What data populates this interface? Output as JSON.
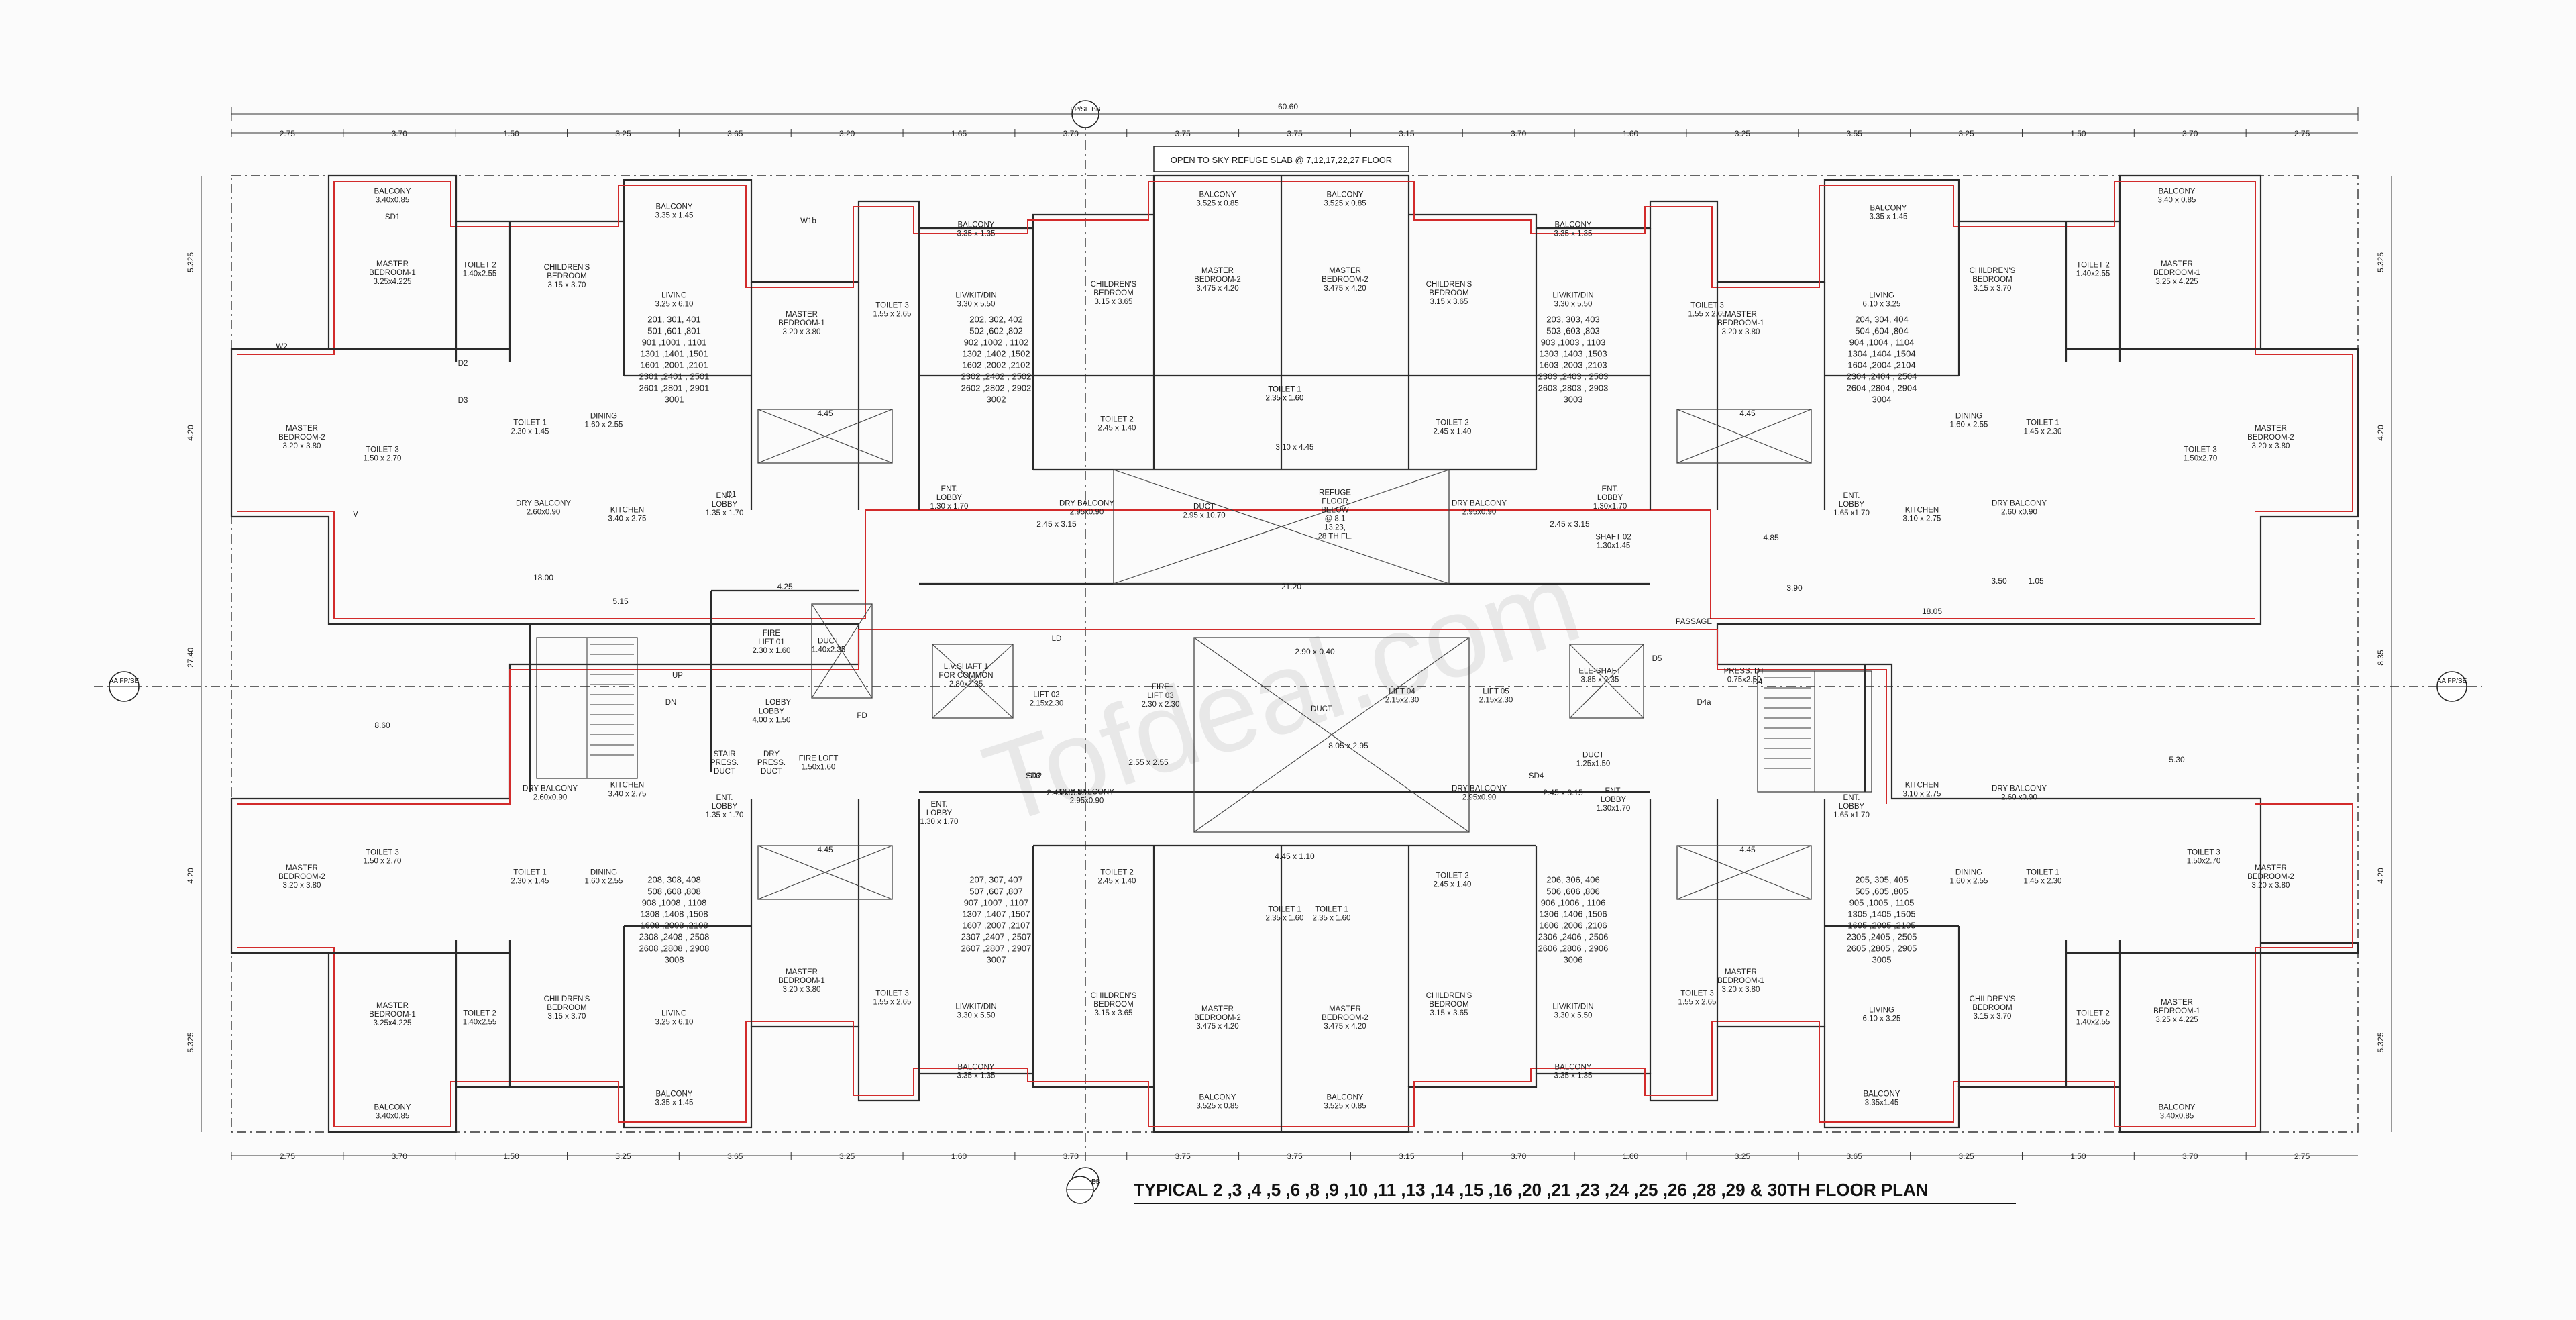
{
  "title": "TYPICAL 2 ,3 ,4 ,5 ,6 ,8 ,9 ,10 ,11 ,13 ,14 ,15 ,16 ,20 ,21 ,23 ,24 ,25 ,26 ,28 ,29 & 30TH FLOOR PLAN",
  "refuge_note": "OPEN TO SKY REFUGE SLAB @ 7,12,17,22,27 FLOOR",
  "watermark": "Tofdeal.com",
  "section_tags": {
    "top": "FP/SE BB",
    "bottom": "FP/SE BB",
    "left": "AA FP/SE",
    "right": "AA FP/SE"
  },
  "overall_dimension": "60.60",
  "top_dims": [
    "2.75",
    "3.70",
    "1.50",
    "3.25",
    "3.65",
    "3.20",
    "1.65",
    "3.70",
    "3.75",
    "3.75",
    "3.15",
    "3.70",
    "1.60",
    "3.25",
    "3.55",
    "3.25",
    "1.50",
    "3.70",
    "2.75"
  ],
  "bottom_dims": [
    "2.75",
    "3.70",
    "1.50",
    "3.25",
    "3.65",
    "3.25",
    "1.60",
    "3.70",
    "3.75",
    "3.75",
    "3.15",
    "3.70",
    "1.60",
    "3.25",
    "3.65",
    "3.25",
    "1.50",
    "3.70",
    "2.75"
  ],
  "left_dims": [
    "5.325",
    "4.20",
    "27.40",
    "4.20",
    "5.325"
  ],
  "right_dims": [
    "5.325",
    "4.20",
    "8.35",
    "4.20",
    "5.325"
  ],
  "misc_dims": [
    "18.00",
    "5.15",
    "4.25",
    "8.60",
    "21.20",
    "18.05",
    "5.30",
    "3.50",
    "1.05",
    "4.85",
    "3.90",
    "4.45",
    "4.45",
    "4.45",
    "4.45",
    "2.45 x 3.15",
    "2.45 x 3.15",
    "2.45 x 3.15",
    "2.45 x 3.15",
    "4.45 x 1.10",
    "8.05 x 2.95",
    "2.55 x 2.55",
    "2.90 x 0.40"
  ],
  "unit_blocks": [
    "201, 301, 401\n501 ,601 ,801\n901 ,1001 , 1101\n1301 ,1401 ,1501\n1601 ,2001 ,2101\n2301 ,2401 , 2501\n2601 ,2801 , 2901\n3001",
    "202, 302, 402\n502 ,602 ,802\n902 ,1002 , 1102\n1302 ,1402 ,1502\n1602 ,2002 ,2102\n2302 ,2402 , 2502\n2602 ,2802 , 2902\n3002",
    "203, 303, 403\n503 ,603 ,803\n903 ,1003 , 1103\n1303 ,1403 ,1503\n1603 ,2003 ,2103\n2303 ,2403 , 2503\n2603 ,2803 , 2903\n3003",
    "204, 304, 404\n504 ,604 ,804\n904 ,1004 , 1104\n1304 ,1404 ,1504\n1604 ,2004 ,2104\n2304 ,2404 , 2504\n2604 ,2804 , 2904\n3004",
    "208, 308, 408\n508 ,608 ,808\n908 ,1008 , 1108\n1308 ,1408 ,1508\n1608 ,2008 ,2108\n2308 ,2408 , 2508\n2608 ,2808 , 2908\n3008",
    "207, 307, 407\n507 ,607 ,807\n907 ,1007 , 1107\n1307 ,1407 ,1507\n1607 ,2007 ,2107\n2307 ,2407 , 2507\n2607 ,2807 , 2907\n3007",
    "206, 306, 406\n506 ,606 ,806\n906 ,1006 , 1106\n1306 ,1406 ,1506\n1606 ,2006 ,2106\n2306 ,2406 , 2506\n2606 ,2806 , 2906\n3006",
    "205, 305, 405\n505 ,605 ,805\n905 ,1005 , 1105\n1305 ,1405 ,1505\n1605 ,2005 ,2105\n2305 ,2405 , 2505\n2605 ,2805 , 2905\n3005"
  ],
  "rooms": [
    "BALCONY\n3.40x0.85",
    "MASTER\nBEDROOM-1\n3.25x4.225",
    "TOILET 2\n1.40x2.55",
    "CHILDREN'S\nBEDROOM\n3.15 x 3.70",
    "BALCONY\n3.35 x 1.45",
    "LIVING\n3.25 x 6.10",
    "MASTER\nBEDROOM-1\n3.20 x 3.80",
    "TOILET 3\n1.55 x 2.65",
    "MASTER\nBEDROOM-2\n3.20 x 3.80",
    "TOILET 3\n1.50 x 2.70",
    "TOILET 1\n2.30 x 1.45",
    "DINING\n1.60 x 2.55",
    "KITCHEN\n3.40 x 2.75",
    "ENT.\nLOBBY\n1.35 x 1.70",
    "DRY BALCONY\n2.60x0.90",
    "BALCONY\n3.35 x 1.35",
    "LIV/KIT/DIN\n3.30 x 5.50",
    "CHILDREN'S\nBEDROOM\n3.15 x 3.65",
    "BALCONY\n3.525 x 0.85",
    "MASTER\nBEDROOM-2\n3.475 x 4.20",
    "TOILET 1\n2.35 x 1.60",
    "TOILET 2\n2.45 x 1.40",
    "ENT.\nLOBBY\n1.30 x 1.70",
    "DRY BALCONY\n2.95x0.90",
    "DUCT\n2.95 x 10.70",
    "REFUGE\nFLOOR\nBELOW\n@ 8.1\n13.23,\n28 TH FL.",
    "3.10 x 4.45",
    "BALCONY\n3.525 x 0.85",
    "MASTER\nBEDROOM-2\n3.475 x 4.20",
    "TOILET 1\n2.35 x 1.60",
    "CHILDREN'S\nBEDROOM\n3.15 x 3.65",
    "BALCONY\n3.35 x 1.35",
    "LIV/KIT/DIN\n3.30 x 5.50",
    "TOILET 3\n1.55 x 2.65",
    "TOILET 2\n2.45 x 1.40",
    "DRY BALCONY\n2.95x0.90",
    "ENT.\nLOBBY\n1.30x1.70",
    "SHAFT 02\n1.30x1.45",
    "BALCONY\n3.35 x 1.45",
    "LIVING\n6.10 x 3.25",
    "CHILDREN'S\nBEDROOM\n3.15 x 3.70",
    "TOILET 2\n1.40x2.55",
    "BALCONY\n3.40 x 0.85",
    "MASTER\nBEDROOM-1\n3.25 x 4.225",
    "MASTER\nBEDROOM-1\n3.20 x 3.80",
    "MASTER\nBEDROOM-2\n3.20 x 3.80",
    "TOILET 3\n1.50x2.70",
    "TOILET 1\n1.45 x 2.30",
    "DINING\n1.60 x 2.55",
    "KITCHEN\n3.10 x 2.75",
    "ENT.\nLOBBY\n1.65 x1.70",
    "DRY BALCONY\n2.60 x0.90",
    "FIRE\nLIFT 01\n2.30 x 1.60",
    "DUCT\n1.40x2.35",
    "LOBBY\n4.00 x 1.50",
    "STAIR\nPRESS.\nDUCT",
    "DRY\nPRESS.\nDUCT",
    "FIRE LOFT\n1.50x1.60",
    "L.V.SHAFT 1\nFOR COMMON\n2.80x2.35",
    "LIFT 02\n2.15x2.30",
    "FIRE\nLIFT 03\n2.30 x 2.30",
    "DUCT",
    "LIFT 04\n2.15x2.30",
    "LIFT 05\n2.15x2.30",
    "ELE-SHAFT\n3.85 x 2.35",
    "PRESS. DT\n0.75x2.50",
    "PASSAGE",
    "DUCT\n1.25x1.50",
    "KITCHEN\n3.40 x 2.75",
    "DRY BALCONY\n2.60x0.90",
    "ENT.\nLOBBY\n1.35 x 1.70",
    "MASTER\nBEDROOM-2\n3.20 x 3.80",
    "TOILET 3\n1.50 x 2.70",
    "TOILET 1\n2.30 x 1.45",
    "DINING\n1.60 x 2.55",
    "MASTER\nBEDROOM-1\n3.25x4.225",
    "TOILET 2\n1.40x2.55",
    "CHILDREN'S\nBEDROOM\n3.15 x 3.70",
    "LIVING\n3.25 x 6.10",
    "BALCONY\n3.35 x 1.45",
    "BALCONY\n3.40x0.85",
    "MASTER\nBEDROOM-1\n3.20 x 3.80",
    "TOILET 3\n1.55 x 2.65",
    "ENT.\nLOBBY\n1.30 x 1.70",
    "DRY BALCONY\n2.95x0.90",
    "TOILET 2\n2.45 x 1.40",
    "LIV/KIT/DIN\n3.30 x 5.50",
    "BALCONY\n3.35 x 1.35",
    "CHILDREN'S\nBEDROOM\n3.15 x 3.65",
    "MASTER\nBEDROOM-2\n3.475 x 4.20",
    "TOILET 1\n2.35 x 1.60",
    "BALCONY\n3.525 x 0.85",
    "MASTER\nBEDROOM-2\n3.475 x 4.20",
    "TOILET 1\n2.35 x 1.60",
    "BALCONY\n3.525 x 0.85",
    "CHILDREN'S\nBEDROOM\n3.15 x 3.65",
    "TOILET 2\n2.45 x 1.40",
    "DRY BALCONY\n2.95x0.90",
    "ENT.\nLOBBY\n1.30x1.70",
    "LIV/KIT/DIN\n3.30 x 5.50",
    "BALCONY\n3.35 x 1.35",
    "TOILET 3\n1.55 x 2.65",
    "MASTER\nBEDROOM-1\n3.20 x 3.80",
    "LIVING\n6.10 x 3.25",
    "BALCONY\n3.35x1.45",
    "CHILDREN'S\nBEDROOM\n3.15 x 3.70",
    "TOILET 2\n1.40x2.55",
    "MASTER\nBEDROOM-1\n3.25 x 4.225",
    "BALCONY\n3.40x0.85",
    "MASTER\nBEDROOM-2\n3.20 x 3.80",
    "TOILET 3\n1.50x2.70",
    "TOILET 1\n1.45 x 2.30",
    "DINING\n1.60 x 2.55",
    "KITCHEN\n3.10 x 2.75",
    "ENT.\nLOBBY\n1.65 x1.70",
    "DRY BALCONY\n2.60 x0.90"
  ],
  "symbols": [
    "SD1",
    "D1",
    "D2",
    "D3",
    "D4",
    "D5",
    "W1b",
    "W2",
    "V",
    "LD",
    "FD",
    "SD2",
    "SD3",
    "SD4",
    "UP",
    "DN",
    "LOBBY",
    "D4a"
  ]
}
